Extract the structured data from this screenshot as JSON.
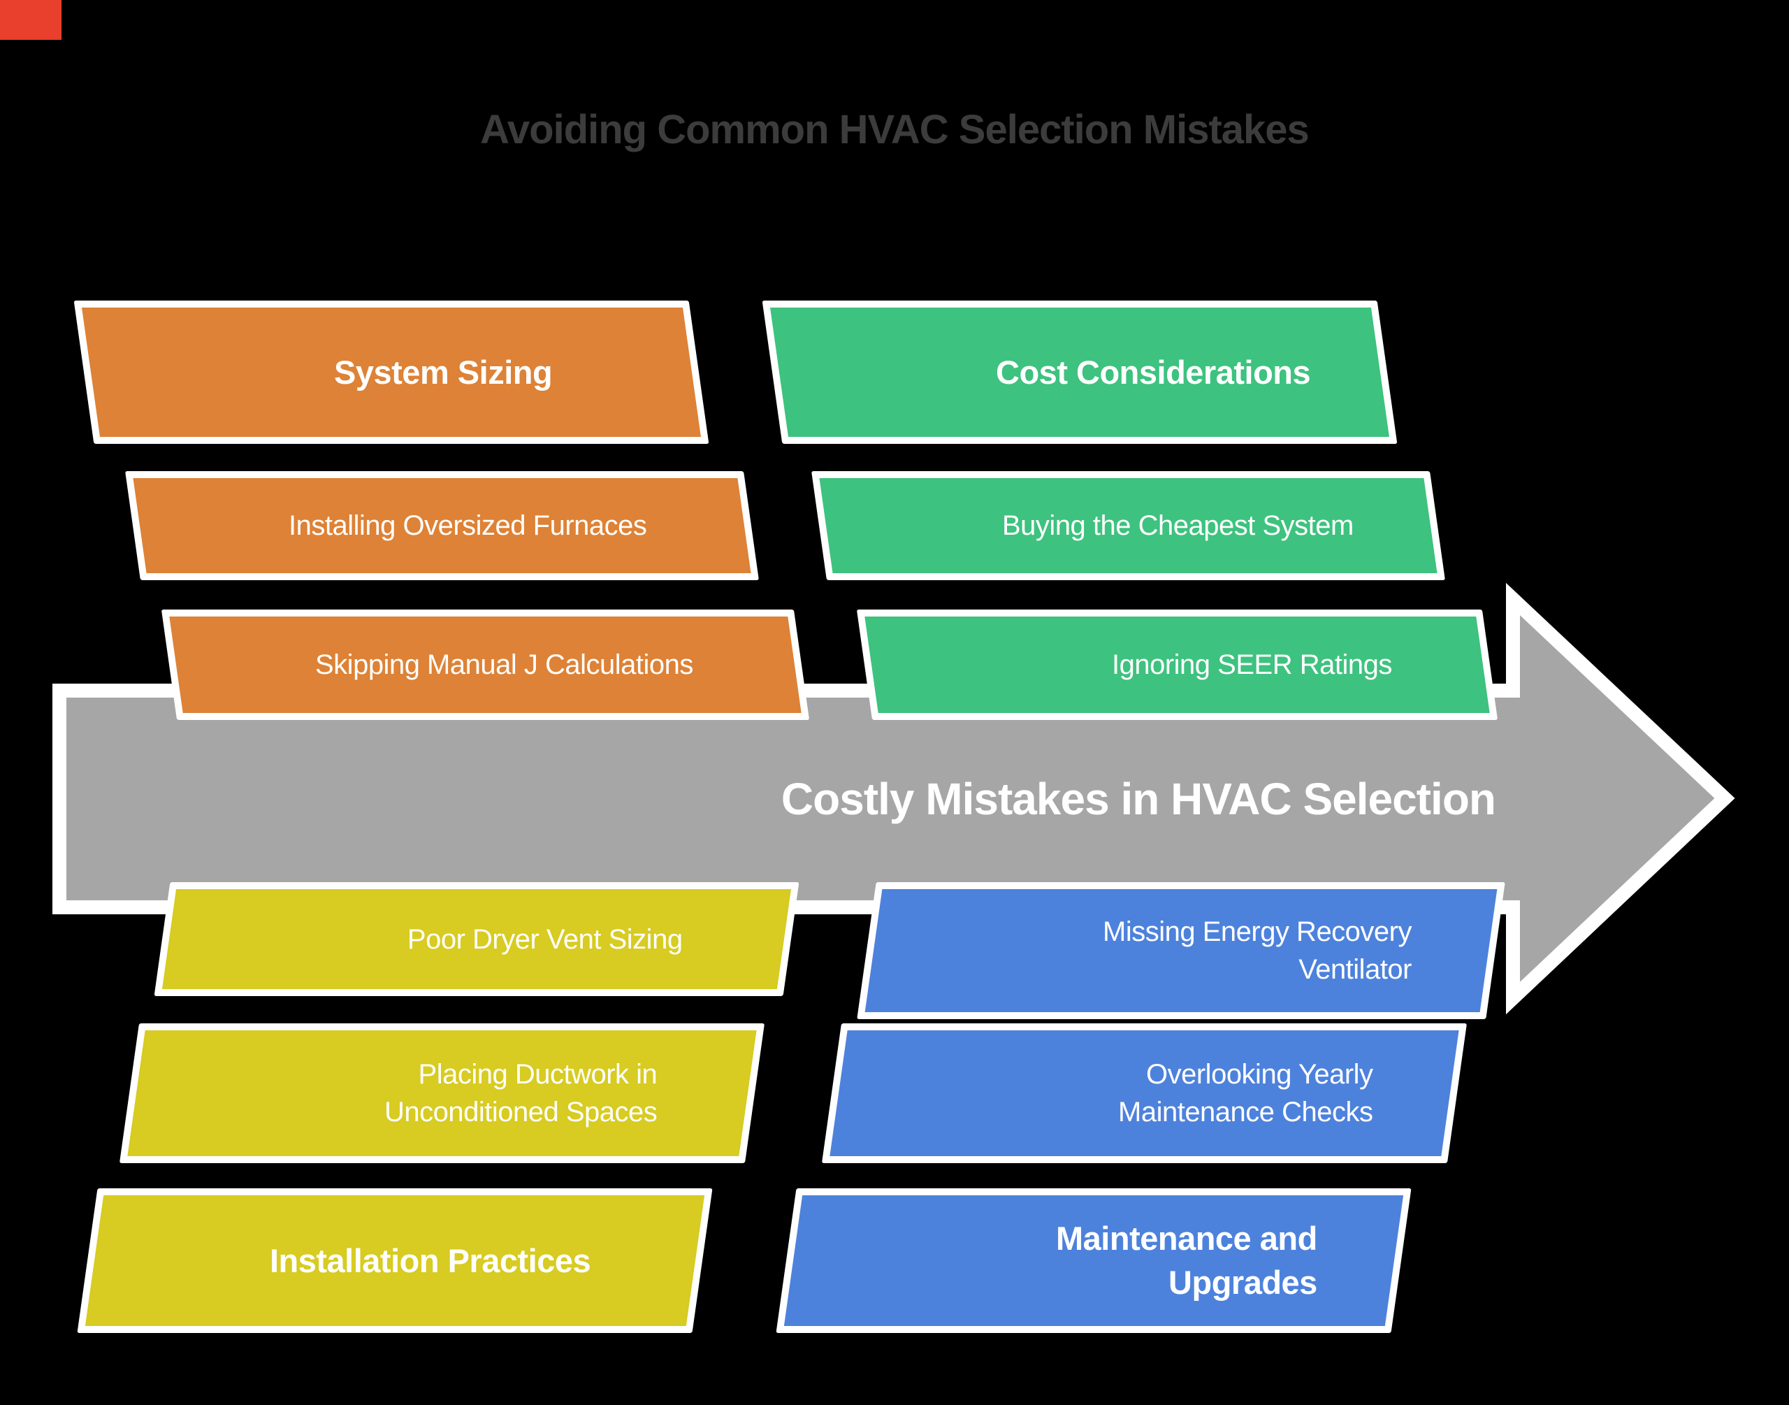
{
  "title": {
    "text": "Avoiding Common HVAC Selection Mistakes",
    "color": "#3C3C3C"
  },
  "background_color": "#000000",
  "corner_mark": {
    "color": "#E8402C"
  },
  "arrow": {
    "label": "Costly Mistakes in HVAC Selection",
    "fill": "#A6A6A6",
    "outline": "#FFFFFF",
    "text_color": "#FFFFFF"
  },
  "palette": {
    "orange": "#DD8236",
    "green": "#3EC27F",
    "yellow": "#D8CB21",
    "blue": "#4D82DC"
  },
  "blocks": [
    {
      "label": "System Sizing",
      "group": "system-sizing",
      "color": "orange",
      "header": true
    },
    {
      "label": "Installing Oversized Furnaces",
      "group": "system-sizing",
      "color": "orange",
      "header": false
    },
    {
      "label": "Skipping Manual J Calculations",
      "group": "system-sizing",
      "color": "orange",
      "header": false
    },
    {
      "label": "Cost Considerations",
      "group": "cost-considerations",
      "color": "green",
      "header": true
    },
    {
      "label": "Buying the Cheapest System",
      "group": "cost-considerations",
      "color": "green",
      "header": false
    },
    {
      "label": "Ignoring SEER Ratings",
      "group": "cost-considerations",
      "color": "green",
      "header": false
    },
    {
      "label": "Poor Dryer Vent Sizing",
      "group": "installation-practices",
      "color": "yellow",
      "header": false
    },
    {
      "label": "Placing Ductwork in\nUnconditioned Spaces",
      "group": "installation-practices",
      "color": "yellow",
      "header": false
    },
    {
      "label": "Installation Practices",
      "group": "installation-practices",
      "color": "yellow",
      "header": true
    },
    {
      "label": "Missing Energy Recovery\nVentilator",
      "group": "maintenance-and-upgrades",
      "color": "blue",
      "header": false
    },
    {
      "label": "Overlooking Yearly\nMaintenance Checks",
      "group": "maintenance-and-upgrades",
      "color": "blue",
      "header": false
    },
    {
      "label": "Maintenance and\nUpgrades",
      "group": "maintenance-and-upgrades",
      "color": "blue",
      "header": true
    }
  ]
}
